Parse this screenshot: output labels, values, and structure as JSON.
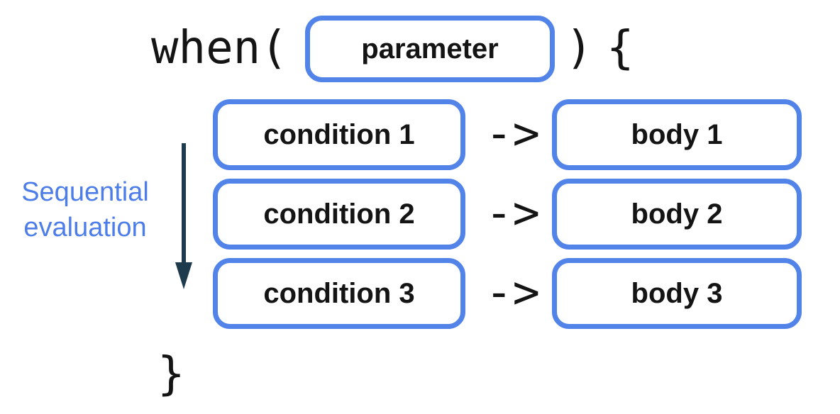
{
  "colors": {
    "background": "#FFFFFF",
    "box_border": "#5183E8",
    "annotation_text": "#4D7DE8",
    "arrow": "#1E3A4D",
    "code_text": "#141414",
    "label_text": "#141414"
  },
  "code": {
    "keyword_open": "when(",
    "paren_close": ")",
    "brace_open": "{",
    "brace_close": "}"
  },
  "parameter_box": {
    "label": "parameter"
  },
  "annotation": {
    "line1": "Sequential",
    "line2": "evaluation"
  },
  "rows": [
    {
      "condition": "condition 1",
      "arrow": "->",
      "body": "body 1"
    },
    {
      "condition": "condition 2",
      "arrow": "->",
      "body": "body 2"
    },
    {
      "condition": "condition 3",
      "arrow": "->",
      "body": "body 3"
    }
  ]
}
